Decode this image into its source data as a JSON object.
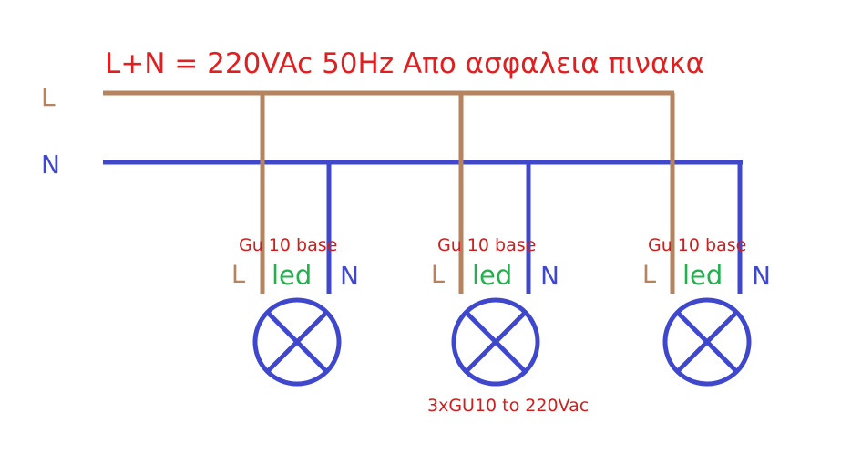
{
  "title": "L+N = 220VAc 50Hz  Απο ασφαλεια πινακα",
  "rails": {
    "live_label": "L",
    "neutral_label": "N"
  },
  "lamps": [
    {
      "base_label": "Gu 10 base",
      "live_label": "L",
      "led_label": "led",
      "neutral_label": "N"
    },
    {
      "base_label": "Gu 10 base",
      "live_label": "L",
      "led_label": "led",
      "neutral_label": "N"
    },
    {
      "base_label": "Gu 10 base",
      "live_label": "L",
      "led_label": "led",
      "neutral_label": "N"
    }
  ],
  "caption": "3xGU10 to 220Vac",
  "colors": {
    "live": "#b5835e",
    "neutral": "#3f48cc",
    "title": "#e02020",
    "led": "#22b14c",
    "annotation": "#cc2020"
  }
}
